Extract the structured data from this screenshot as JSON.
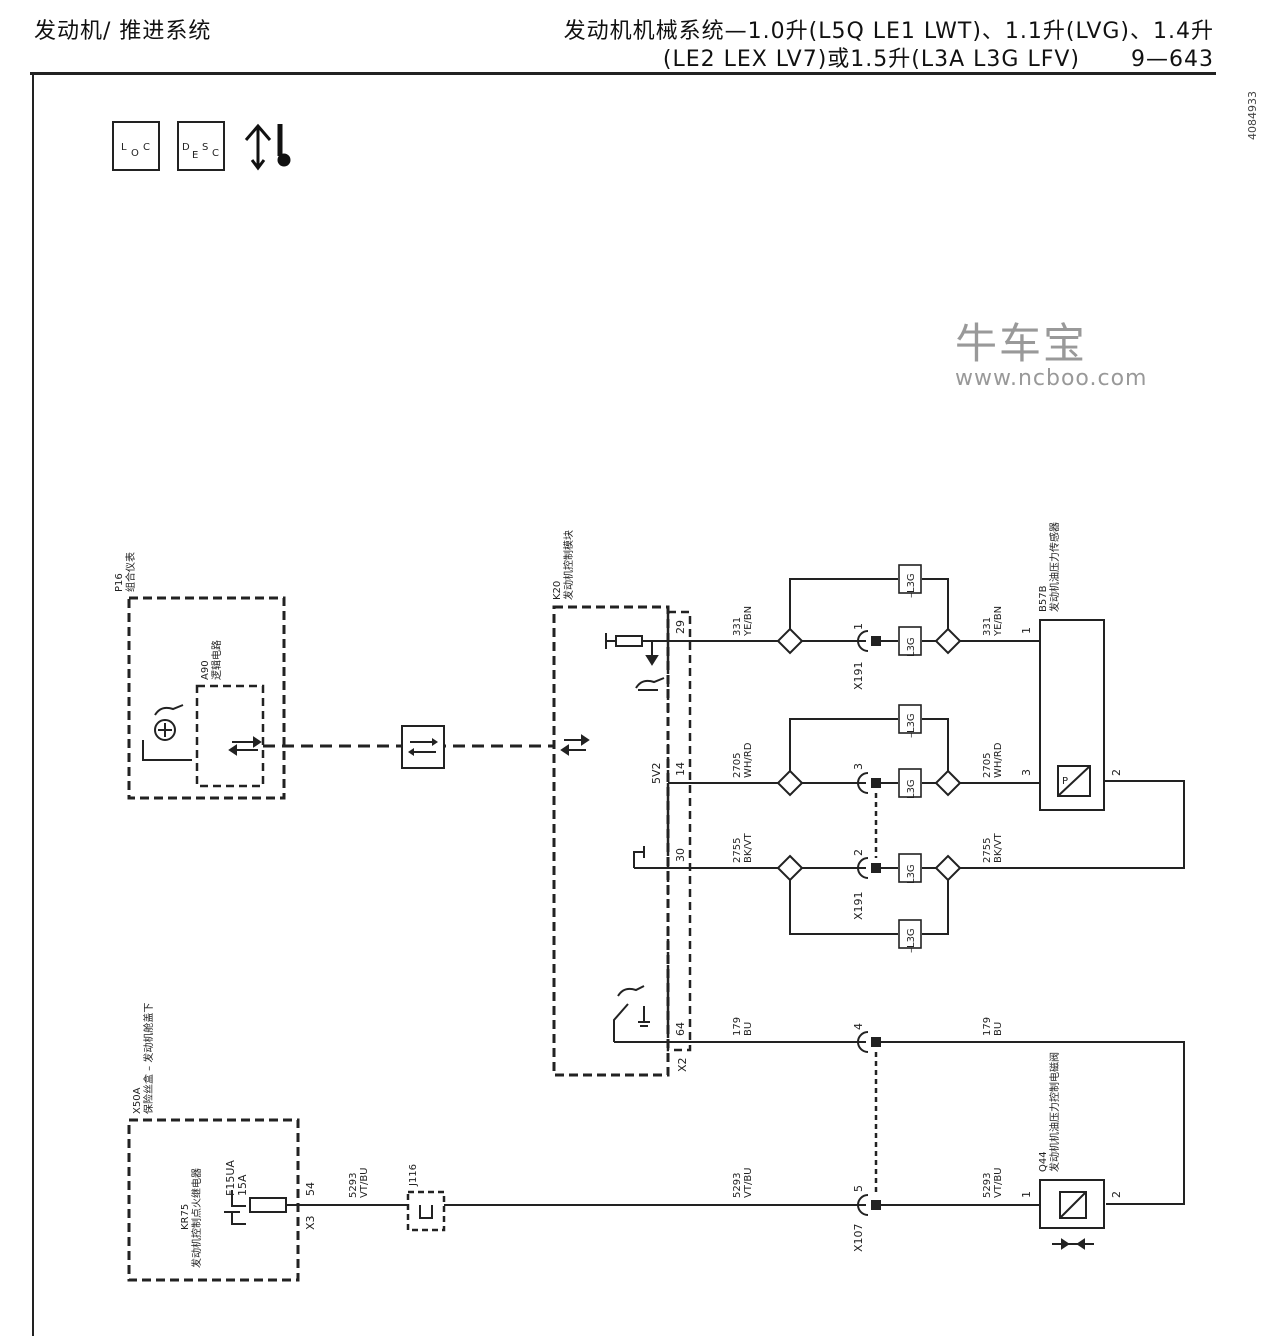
{
  "header": {
    "left": "发动机/ 推进系统",
    "right_line1": "发动机机械系统—1.0升(L5Q LE1 LWT)、1.1升(LVG)、1.4升",
    "right_line2": "(LE2 LEX LV7)或1.5升(L3A L3G LFV)",
    "page": "9—643"
  },
  "doc_code": "4084933",
  "watermark": {
    "brand": "牛车宝",
    "url": "www.ncboo.com"
  },
  "icons": {
    "loc": "LOC",
    "desc": "DESC"
  },
  "components": {
    "p16": {
      "id": "P16",
      "name": "组合仪表"
    },
    "a90": {
      "id": "A90",
      "name": "逻辑电路"
    },
    "k20": {
      "id": "K20",
      "name": "发动机控制模块"
    },
    "b57b": {
      "id": "B57B",
      "name": "发动机油压力传感器"
    },
    "x50a": {
      "id": "X50A",
      "name": "保险丝盒 – 发动机舱盖下"
    },
    "q44": {
      "id": "Q44",
      "name": "发动机机油压力控制电磁阀"
    },
    "kr75": {
      "id": "KR75",
      "name": "发动机控制点火继电器"
    },
    "fuse": {
      "id": "F15UA",
      "rating": "15A"
    },
    "j116": "J116"
  },
  "connectors": {
    "x2": "X2",
    "x3": "X3",
    "x191a": "X191",
    "x191b": "X191",
    "x107": "X107"
  },
  "pins": {
    "k20_29": "29",
    "k20_14": "14",
    "k20_30": "30",
    "k20_64": "64",
    "k20_5v2": "5V2",
    "x191_1": "1",
    "x191_3": "3",
    "x191_2": "2",
    "x107_4": "4",
    "x107_5": "5",
    "b57b_1": "1",
    "b57b_3": "3",
    "b57b_2": "2",
    "q44_1": "1",
    "q44_2": "2",
    "x50a_54": "54"
  },
  "wires": {
    "w331": {
      "circuit": "331",
      "color": "YE/BN"
    },
    "w2705": {
      "circuit": "2705",
      "color": "WH/RD"
    },
    "w2755": {
      "circuit": "2755",
      "color": "BK/VT"
    },
    "w179": {
      "circuit": "179",
      "color": "BU"
    },
    "w5293": {
      "circuit": "5293",
      "color": "VT/BU"
    }
  },
  "options": {
    "with": "L3G",
    "without": "–L3G"
  }
}
